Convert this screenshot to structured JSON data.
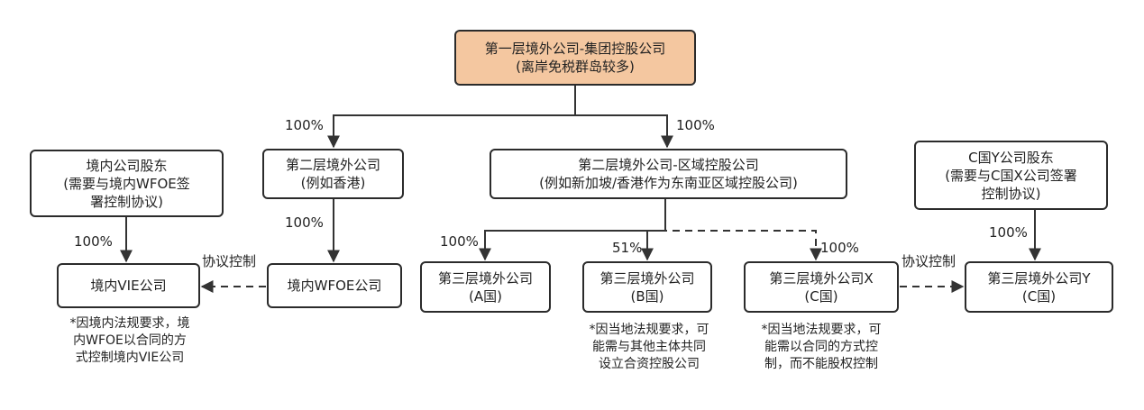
{
  "nodes": {
    "group_holding": [
      "第一层境外公司-集团控股公司",
      "(离岸免税群岛较多)"
    ],
    "domestic_shareholder": [
      "境内公司股东",
      "(需要与境内WFOE签",
      "署控制协议)"
    ],
    "second_hk": [
      "第二层境外公司",
      "(例如香港)"
    ],
    "second_regional": [
      "第二层境外公司-区域控股公司",
      "(例如新加坡/香港作为东南亚区域控股公司)"
    ],
    "country_c_shareholder": [
      "C国Y公司股东",
      "(需要与C国X公司签署",
      "控制协议)"
    ],
    "vie": [
      "境内VIE公司"
    ],
    "wfoe": [
      "境内WFOE公司"
    ],
    "third_a": [
      "第三层境外公司",
      "(A国)"
    ],
    "third_b": [
      "第三层境外公司",
      "(B国)"
    ],
    "third_x": [
      "第三层境外公司X",
      "(C国)"
    ],
    "third_y": [
      "第三层境外公司Y",
      "(C国)"
    ]
  },
  "edge_labels": {
    "group_to_hk": "100%",
    "group_to_regional": "100%",
    "hk_to_wfoe": "100%",
    "shareholder_to_vie": "100%",
    "wfoe_to_vie": "协议控制",
    "regional_to_a": "100%",
    "regional_to_b": "51%",
    "regional_to_x": "100%",
    "x_to_y": "协议控制",
    "c_shareholder_to_y": "100%"
  },
  "notes": {
    "vie_note": [
      "*因境内法规要求，境",
      "内WFOE以合同的方",
      "式控制境内VIE公司"
    ],
    "b_note": [
      "*因当地法规要求，可",
      "能需与其他主体共同",
      "设立合资控股公司"
    ],
    "x_note": [
      "*因当地法规要求，可",
      "能需以合同的方式控",
      "制，而不能股权控制"
    ]
  },
  "colors": {
    "top_fill": "#f4c7a0",
    "border": "#2b2b2b",
    "line": "#333333"
  }
}
